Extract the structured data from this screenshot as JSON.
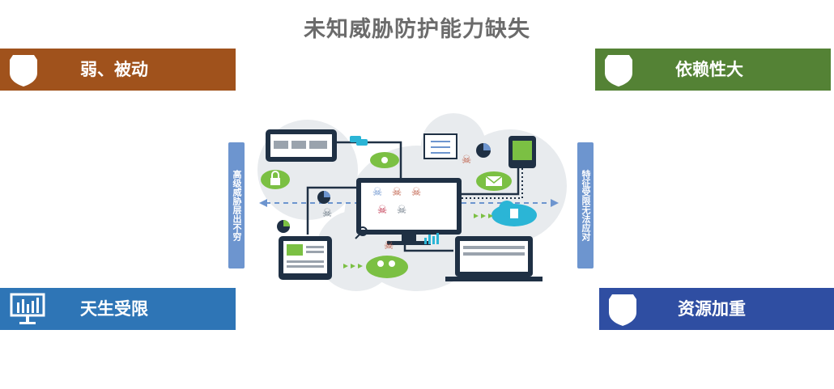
{
  "title": "未知威胁防护能力缺失",
  "banners": {
    "top_left": {
      "label": "弱、被动",
      "color": "#a0521c",
      "icon": "shield-icon"
    },
    "top_right": {
      "label": "依赖性大",
      "color": "#548235",
      "icon": "shield-icon"
    },
    "bottom_left": {
      "label": "天生受限",
      "color": "#2e75b6",
      "icon": "monitor-chart-icon"
    },
    "bottom_right": {
      "label": "资源加重",
      "color": "#2f4ea2",
      "icon": "shield-icon"
    }
  },
  "side_labels": {
    "left": "高级威胁层出不穷",
    "right": "特征受限无法应对"
  }
}
